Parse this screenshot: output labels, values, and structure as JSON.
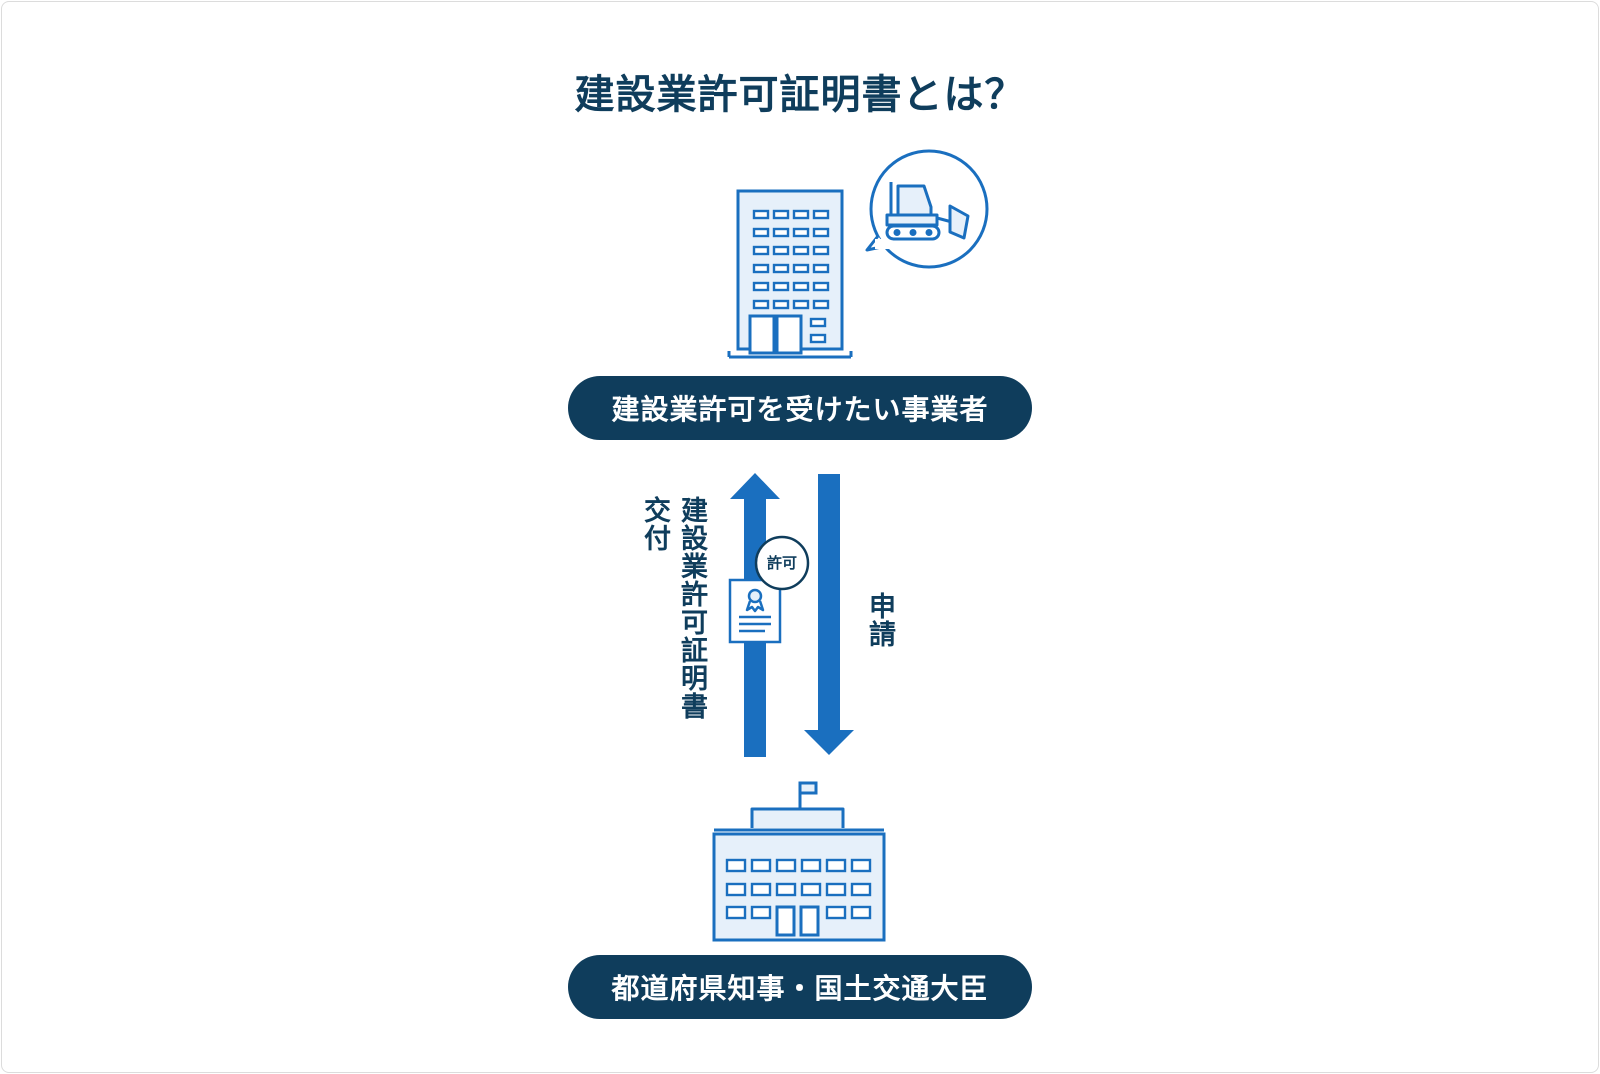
{
  "title": "建設業許可証明書とは？",
  "applicant": {
    "label": "建設業許可を受けたい事業者"
  },
  "authority": {
    "label": "都道府県知事・国土交通大臣"
  },
  "flow": {
    "issue_label": "建設業許可証明書",
    "issue_verb": "交付",
    "apply_label": "申請",
    "badge_label": "許可"
  },
  "icons": {
    "applicant": "office-building-icon",
    "machine": "bulldozer-icon",
    "document": "certificate-icon",
    "authority": "government-building-icon"
  },
  "colors": {
    "navy": "#0f3d5c",
    "blue": "#1a6fbf",
    "light_fill": "#e6f0fa"
  }
}
